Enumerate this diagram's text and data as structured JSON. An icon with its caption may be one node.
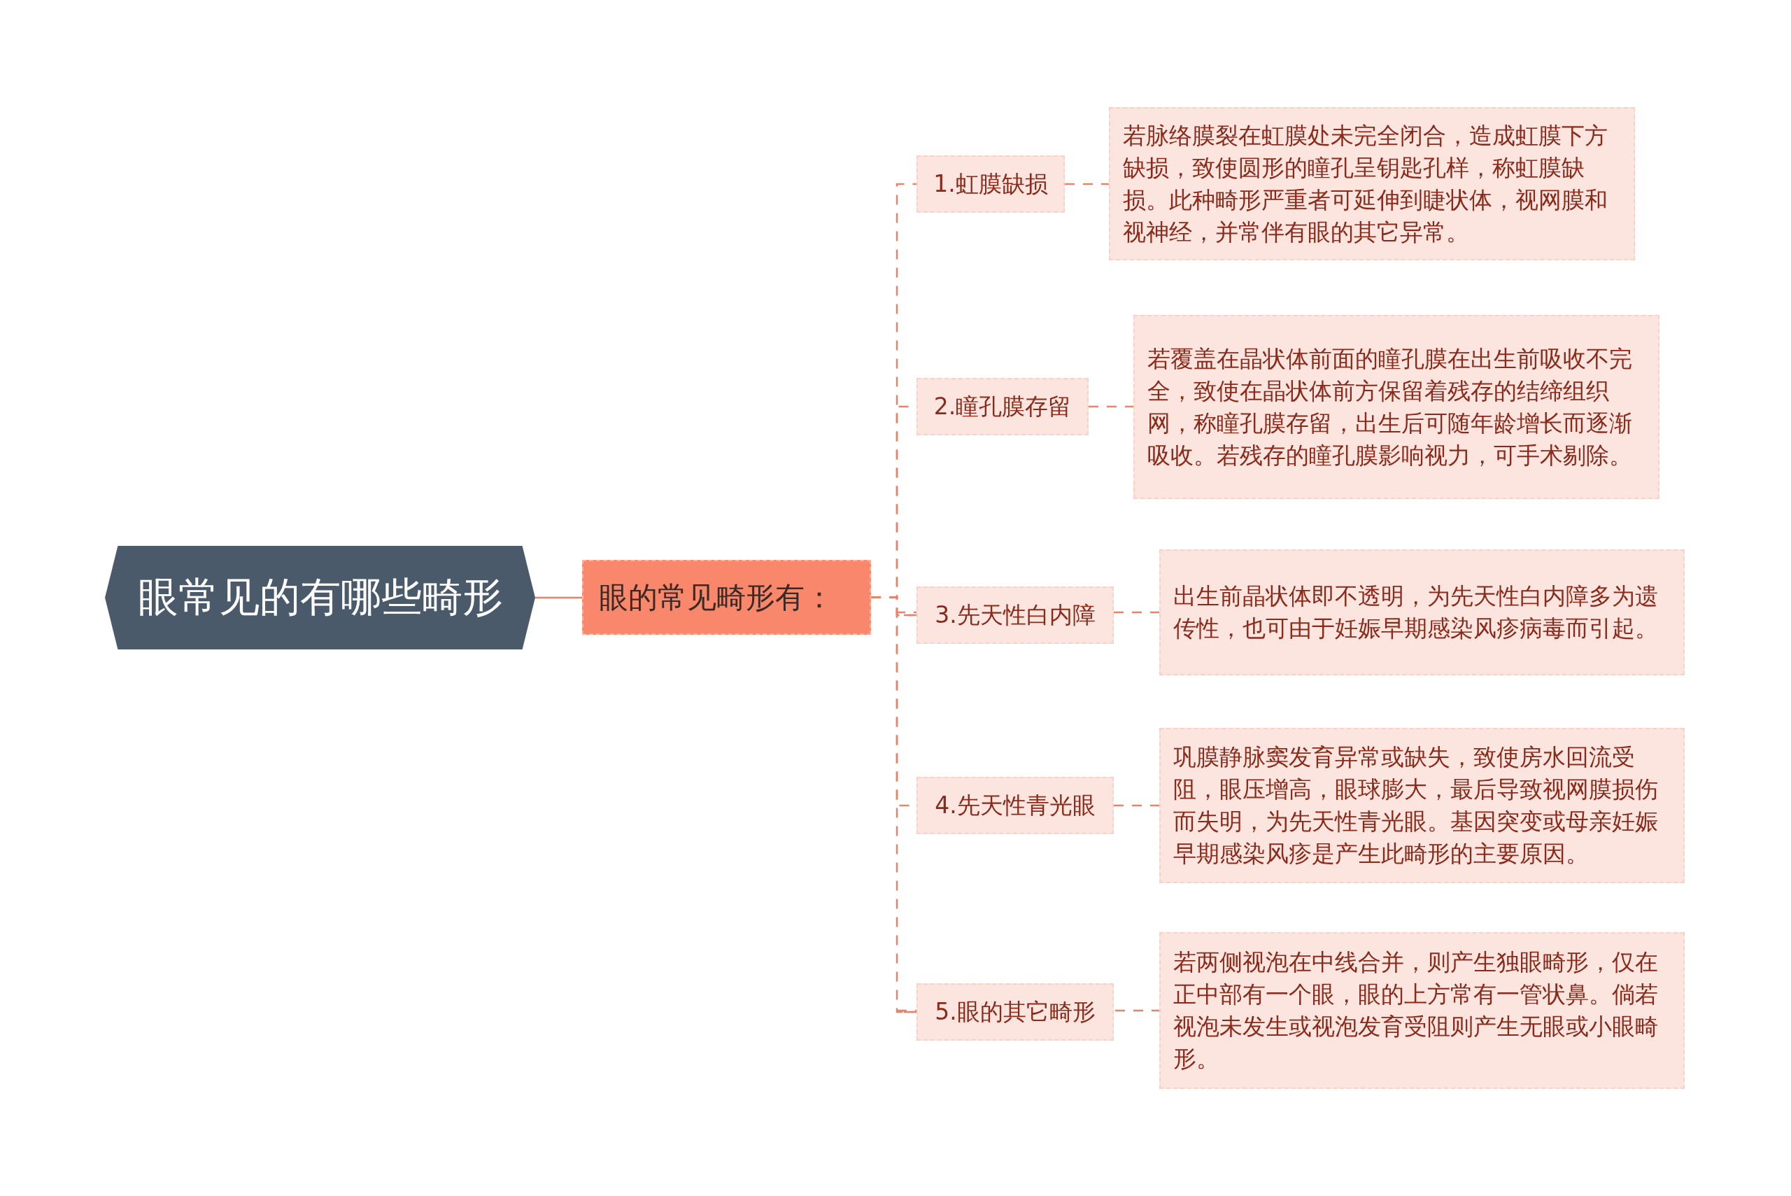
{
  "diagram": {
    "nodes": [
      {
        "text": [
          "眼常见的有哪些畸形"
        ]
      },
      {
        "text": [
          "眼的常见畸形有："
        ]
      },
      {
        "text": [
          "1.虹膜缺损"
        ]
      },
      {
        "text": [
          "若脉络膜裂在虹膜处未完全闭合，造成虹膜下方缺损，致使圆形的瞳孔呈钥匙孔样，称虹膜缺损。此种畸形严重者可延伸到睫状体，视网膜和视神经，并常伴有眼的其它异常。"
        ]
      },
      {
        "text": [
          "2.瞳孔膜存留"
        ]
      },
      {
        "text": [
          "若覆盖在晶状体前面的瞳孔膜在出生前吸收不完全，致使在晶状体前方保留着残存的结缔组织网，称瞳孔膜存留，出生后可随年龄增长而逐渐吸收。若残存的瞳孔膜影响视力，可手术剔除。"
        ]
      },
      {
        "text": [
          "3.先天性白内障"
        ]
      },
      {
        "text": [
          "出生前晶状体即不透明，为先天性白内障多为遗传性，也可由于妊娠早期感染风疹病毒而引起。"
        ]
      },
      {
        "text": [
          "4.先天性青光眼"
        ]
      },
      {
        "text": [
          "巩膜静脉窦发育异常或缺失，致使房水回流受阻，眼压增高，眼球膨大，最后导致视网膜损伤而失明，为先天性青光眼。基因突变或母亲妊娠早期感染风疹是产生此畸形的主要原因。"
        ]
      },
      {
        "text": [
          "5.眼的其它畸形"
        ]
      },
      {
        "text": [
          "若两侧视泡在中线合并，则产生独眼畸形，仅在正中部有一个眼，眼的上方常有一管状鼻。倘若视泡未发生或视泡发育受阻则产生无眼或小眼畸形。"
        ]
      }
    ],
    "edges": [
      {
        "from": 0,
        "to": 1,
        "arrow": "none"
      },
      {
        "from": 1,
        "to": 2,
        "arrow": "none",
        "style": "dashed"
      },
      {
        "from": 1,
        "to": 4,
        "arrow": "none",
        "style": "dashed"
      },
      {
        "from": 1,
        "to": 6,
        "arrow": "none",
        "style": "dashed"
      },
      {
        "from": 1,
        "to": 8,
        "arrow": "none",
        "style": "dashed"
      },
      {
        "from": 1,
        "to": 10,
        "arrow": "none",
        "style": "dashed"
      },
      {
        "from": 2,
        "to": 3,
        "arrow": "none",
        "style": "dashed"
      },
      {
        "from": 4,
        "to": 5,
        "arrow": "none",
        "style": "dashed"
      },
      {
        "from": 6,
        "to": 7,
        "arrow": "none",
        "style": "dashed"
      },
      {
        "from": 8,
        "to": 9,
        "arrow": "none",
        "style": "dashed"
      },
      {
        "from": 10,
        "to": 11,
        "arrow": "none",
        "style": "dashed"
      }
    ]
  }
}
